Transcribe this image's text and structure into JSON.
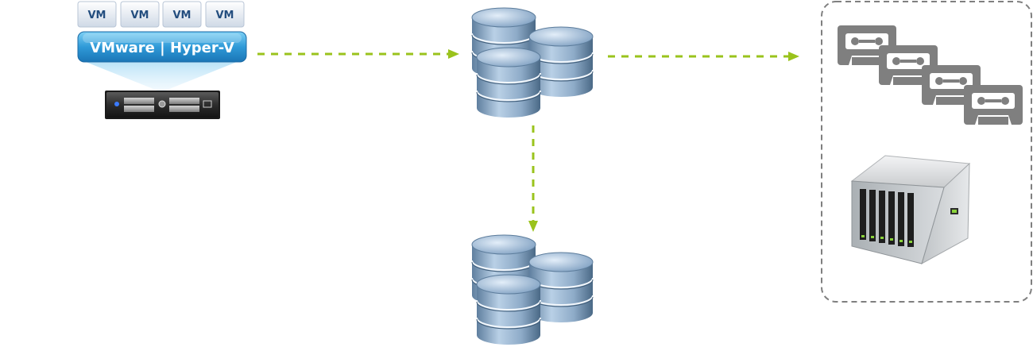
{
  "vm_host": {
    "vm_labels": [
      "VM",
      "VM",
      "VM",
      "VM"
    ],
    "hypervisor_label": "VMware | Hyper-V"
  },
  "icons": {
    "host_server": "rack-server-icon",
    "primary_storage": "database-stack-icon",
    "replica_storage": "database-stack-icon",
    "tape_media": "tape-cassette-icon",
    "tape_library": "tape-library-icon"
  },
  "colors": {
    "arrow": "#9ac31c",
    "banner_top": "#6ec6f0",
    "banner_bottom": "#1f86c8",
    "vm_tile": "#e9eef5",
    "vm_text": "#244e7f",
    "cassette": "#808080",
    "group_border": "#808080"
  }
}
